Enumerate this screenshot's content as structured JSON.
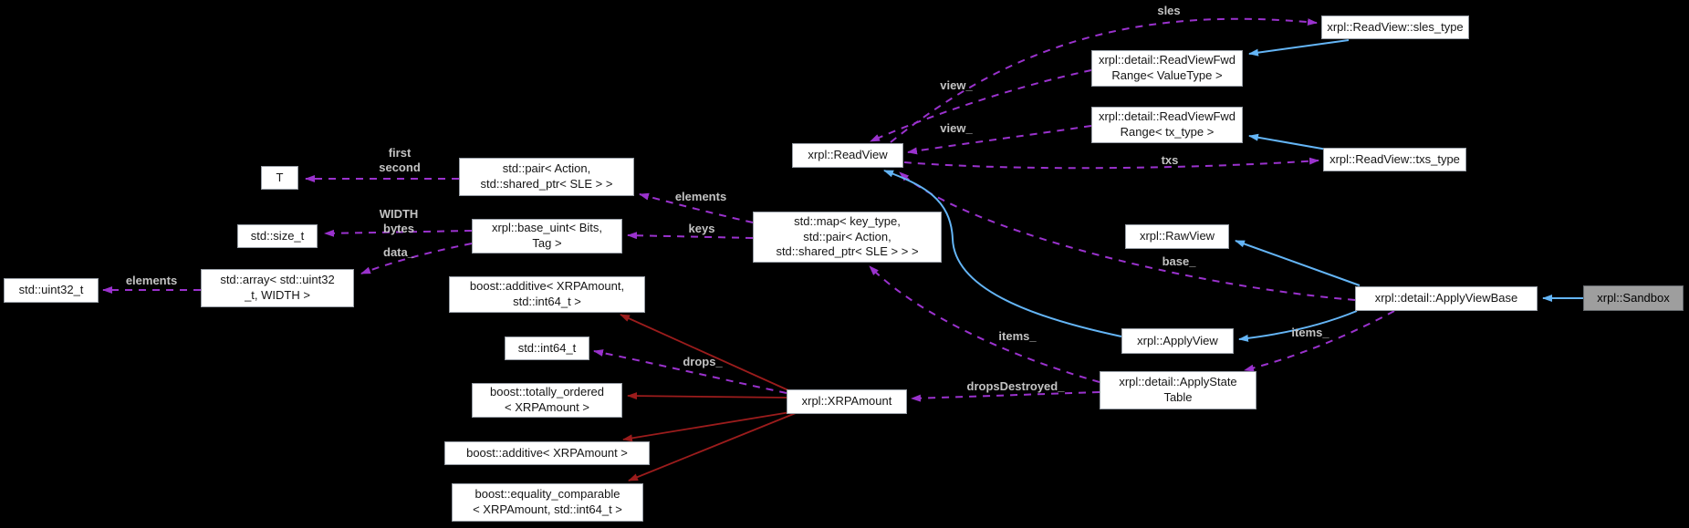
{
  "diagram_type": "collaboration-graph",
  "colors": {
    "background": "#000000",
    "node_fill": "#ffffff",
    "node_border": "#9aa0a8",
    "focus_node_fill": "#9e9e9e",
    "usage_edge": "#9a32cd",
    "inherit_edge": "#64b5f6",
    "private_inherit_edge": "#9b1c1c",
    "edge_label_color": "#c3c3c3"
  },
  "nodes": {
    "t": {
      "label": "T"
    },
    "pair": {
      "label": "std::pair< Action,\nstd::shared_ptr< SLE > >"
    },
    "size_t": {
      "label": "std::size_t"
    },
    "base_uint": {
      "label": "xrpl::base_uint< Bits,\nTag >"
    },
    "uint32": {
      "label": "std::uint32_t"
    },
    "array": {
      "label": "std::array< std::uint32\n_t, WIDTH >"
    },
    "additive_int64": {
      "label": "boost::additive< XRPAmount,\nstd::int64_t >"
    },
    "int64": {
      "label": "std::int64_t"
    },
    "totally_ordered": {
      "label": "boost::totally_ordered\n< XRPAmount >"
    },
    "additive": {
      "label": "boost::additive< XRPAmount >"
    },
    "equality_comparable": {
      "label": "boost::equality_comparable\n< XRPAmount, std::int64_t >"
    },
    "xrpamount": {
      "label": "xrpl::XRPAmount"
    },
    "map": {
      "label": "std::map< key_type,\nstd::pair< Action,\nstd::shared_ptr< SLE > > >"
    },
    "readview": {
      "label": "xrpl::ReadView"
    },
    "fwd_value": {
      "label": "xrpl::detail::ReadViewFwd\nRange< ValueType >"
    },
    "fwd_tx": {
      "label": "xrpl::detail::ReadViewFwd\nRange< tx_type >"
    },
    "sles_type": {
      "label": "xrpl::ReadView::sles_type"
    },
    "txs_type": {
      "label": "xrpl::ReadView::txs_type"
    },
    "rawview": {
      "label": "xrpl::RawView"
    },
    "applyview": {
      "label": "xrpl::ApplyView"
    },
    "applystatetable": {
      "label": "xrpl::detail::ApplyState\nTable"
    },
    "applyviewbase": {
      "label": "xrpl::detail::ApplyViewBase"
    },
    "sandbox": {
      "label": "xrpl::Sandbox"
    }
  },
  "edge_labels": {
    "sles": "sles",
    "view_top": "view_",
    "view_bottom": "view_",
    "txs": "txs",
    "first_second": "first\nsecond",
    "width_bytes": "WIDTH\nbytes",
    "data": "data_",
    "elements_array": "elements",
    "elements_map": "elements",
    "keys": "keys",
    "drops": "drops_",
    "items_map": "items_",
    "items_table": "items_",
    "drops_destroyed": "dropsDestroyed_",
    "base": "base_"
  }
}
